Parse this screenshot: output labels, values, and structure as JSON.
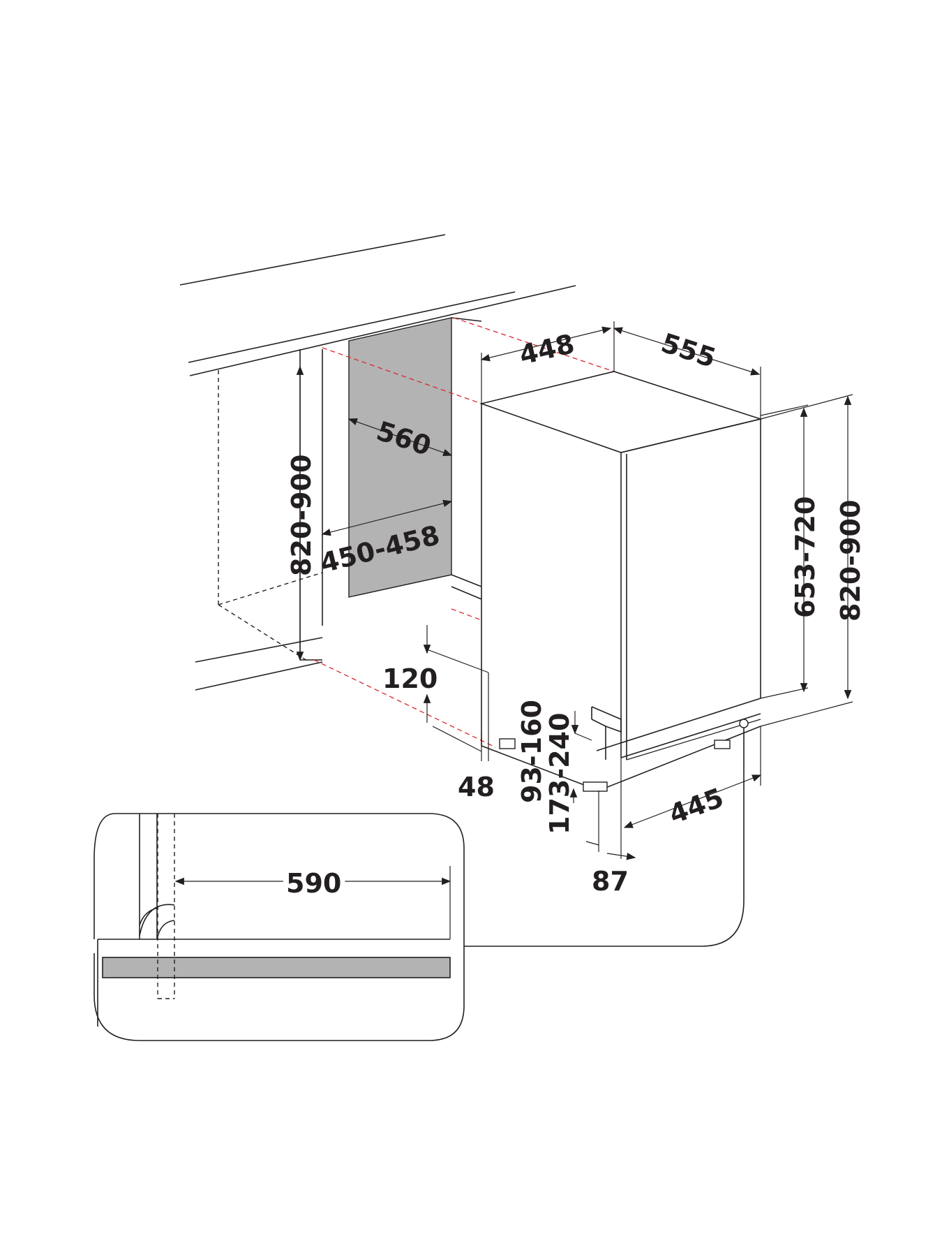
{
  "diagram": {
    "colors": {
      "line": "#231f20",
      "guide": "#d9282f",
      "panel": "#b3b3b3",
      "background": "#ffffff"
    },
    "dimensions": {
      "niche_height": "820-900",
      "niche_width": "450-458",
      "niche_depth": "560",
      "top_width": "448",
      "top_depth": "555",
      "door_height": "653-720",
      "appliance_height": "820-900",
      "plinth_height": "120",
      "plinth_offset": "48",
      "foot_height_a": "93-160",
      "foot_height_b": "173-240",
      "base_depth": "445",
      "door_offset": "87",
      "detail_length": "590"
    }
  }
}
